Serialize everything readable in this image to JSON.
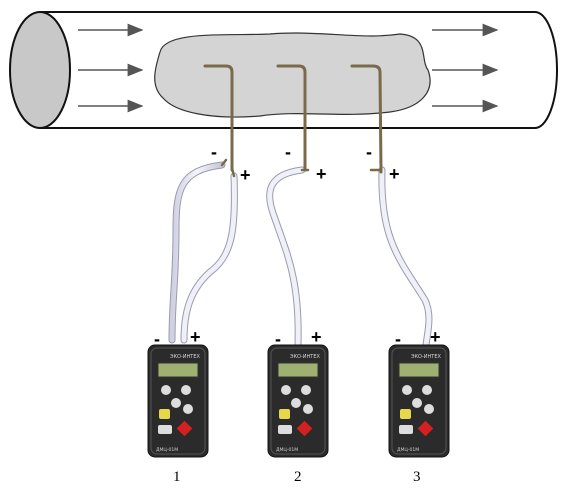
{
  "diagram": {
    "flow_arrows": {
      "count": 6,
      "direction": "right"
    },
    "probe_polarity": {
      "minus": "-",
      "plus": "+"
    },
    "gauges": [
      {
        "number": "1",
        "minus": "-",
        "plus": "+",
        "brand": "ЭКО-ИНТЕХ",
        "model": "ДМЦ-01М"
      },
      {
        "number": "2",
        "minus": "-",
        "plus": "+",
        "brand": "ЭКО-ИНТЕХ",
        "model": "ДМЦ-01М"
      },
      {
        "number": "3",
        "minus": "-",
        "plus": "+",
        "brand": "ЭКО-ИНТЕХ",
        "model": "ДМЦ-01М"
      }
    ]
  },
  "colors": {
    "pipe_outline": "#111111",
    "pipe_end_fill": "#c8c8c8",
    "flow_zone_fill": "#d4d4d4",
    "arrow": "#555555",
    "tube": "#e8e8f2",
    "tube_edge": "#9a9ab0",
    "probe": "#7a6a4a",
    "gauge_body": "#2b2b2b",
    "gauge_display": "#9fb070",
    "key_yellow": "#e6d84a",
    "key_red": "#d42020"
  }
}
